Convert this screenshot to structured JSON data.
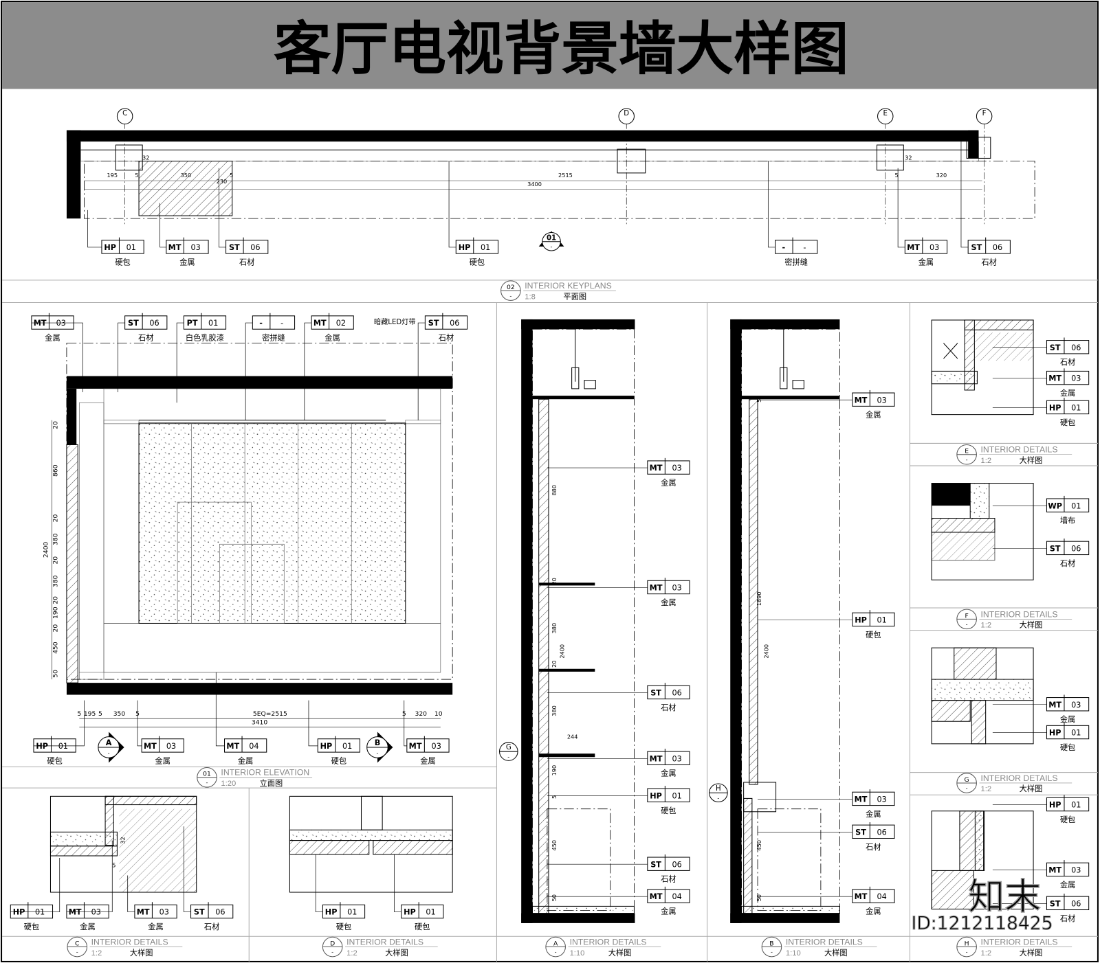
{
  "title": "客厅电视背景墙大样图",
  "colors": {
    "title_bar": "#8c8c8c",
    "line": "#000000",
    "caption": "#888888"
  },
  "plan": {
    "grid_markers": [
      "C",
      "D",
      "E",
      "F"
    ],
    "dims": [
      "195",
      "5",
      "350",
      "5",
      "230",
      "32",
      "2515",
      "3400",
      "5",
      "320",
      "32"
    ],
    "section_marker": {
      "num": "01",
      "sub": "-"
    },
    "tags": [
      {
        "code": "HP",
        "num": "01",
        "label": "硬包"
      },
      {
        "code": "MT",
        "num": "03",
        "label": "金属"
      },
      {
        "code": "ST",
        "num": "06",
        "label": "石材"
      },
      {
        "code": "HP",
        "num": "01",
        "label": "硬包"
      },
      {
        "code": "-",
        "num": "-",
        "label": "密拼缝"
      },
      {
        "code": "MT",
        "num": "03",
        "label": "金属"
      },
      {
        "code": "ST",
        "num": "06",
        "label": "石材"
      }
    ],
    "caption": {
      "num": "02",
      "sub": "-",
      "en": "INTERIOR  KEYPLANS",
      "scale": "1:8",
      "cn": "平面图"
    }
  },
  "elevation": {
    "top_tags": [
      {
        "code": "MT",
        "num": "03",
        "label": "金属"
      },
      {
        "code": "ST",
        "num": "06",
        "label": "石材"
      },
      {
        "code": "PT",
        "num": "01",
        "label": "白色乳胶漆"
      },
      {
        "code": "-",
        "num": "-",
        "label": "密拼缝"
      },
      {
        "code": "MT",
        "num": "02",
        "label": "金属"
      },
      {
        "code": "ST",
        "num": "06",
        "label": "石材"
      }
    ],
    "led_note": "暗藏LED灯带",
    "bottom_tags": [
      {
        "code": "HP",
        "num": "01",
        "label": "硬包"
      },
      {
        "code": "MT",
        "num": "03",
        "label": "金属"
      },
      {
        "code": "MT",
        "num": "04",
        "label": "金属"
      },
      {
        "code": "HP",
        "num": "01",
        "label": "硬包"
      },
      {
        "code": "MT",
        "num": "03",
        "label": "金属"
      }
    ],
    "section_markers": [
      {
        "letter": "A",
        "sub": "-"
      },
      {
        "letter": "B",
        "sub": "-"
      }
    ],
    "h_dims": [
      "5",
      "195",
      "5",
      "350",
      "5",
      "5EQ=2515",
      "5",
      "320",
      "10"
    ],
    "h_total": "3410",
    "v_dims": [
      "20",
      "860",
      "20",
      "380",
      "20",
      "380",
      "20",
      "190",
      "20",
      "450",
      "50"
    ],
    "v_total": "2400",
    "caption": {
      "num": "01",
      "sub": "-",
      "en": "INTERIOR  ELEVATION",
      "scale": "1:20",
      "cn": "立面图"
    }
  },
  "detail_c": {
    "tags": [
      {
        "code": "HP",
        "num": "01",
        "label": "硬包"
      },
      {
        "code": "MT",
        "num": "03",
        "label": "金属"
      },
      {
        "code": "MT",
        "num": "03",
        "label": "金属"
      },
      {
        "code": "ST",
        "num": "06",
        "label": "石材"
      }
    ],
    "dims": [
      "32",
      "5"
    ],
    "caption": {
      "num": "C",
      "sub": "-",
      "en": "INTERIOR  DETAILS",
      "scale": "1:2",
      "cn": "大样图"
    }
  },
  "detail_d": {
    "tags": [
      {
        "code": "HP",
        "num": "01",
        "label": "硬包"
      },
      {
        "code": "HP",
        "num": "01",
        "label": "硬包"
      }
    ],
    "caption": {
      "num": "D",
      "sub": "-",
      "en": "INTERIOR  DETAILS",
      "scale": "1:2",
      "cn": "大样图"
    }
  },
  "section_a": {
    "tags": [
      {
        "code": "MT",
        "num": "03",
        "label": "金属"
      },
      {
        "code": "MT",
        "num": "03",
        "label": "金属"
      },
      {
        "code": "ST",
        "num": "06",
        "label": "石材"
      },
      {
        "code": "MT",
        "num": "03",
        "label": "金属"
      },
      {
        "code": "HP",
        "num": "01",
        "label": "硬包"
      },
      {
        "code": "ST",
        "num": "06",
        "label": "石材"
      },
      {
        "code": "MT",
        "num": "04",
        "label": "金属"
      }
    ],
    "dims": [
      "880",
      "20",
      "380",
      "20",
      "380",
      "2400",
      "244",
      "190",
      "5",
      "450",
      "50"
    ],
    "marker": {
      "letter": "G",
      "sub": "-"
    },
    "caption": {
      "num": "A",
      "sub": "-",
      "en": "INTERIOR  DETAILS",
      "scale": "1:10",
      "cn": "大样图"
    }
  },
  "section_b": {
    "tags": [
      {
        "code": "MT",
        "num": "03",
        "label": "金属"
      },
      {
        "code": "HP",
        "num": "01",
        "label": "硬包"
      },
      {
        "code": "MT",
        "num": "03",
        "label": "金属"
      },
      {
        "code": "ST",
        "num": "06",
        "label": "石材"
      },
      {
        "code": "MT",
        "num": "04",
        "label": "金属"
      }
    ],
    "dims": [
      "5",
      "1890",
      "2400",
      "450",
      "50"
    ],
    "marker": {
      "letter": "H",
      "sub": "-"
    },
    "caption": {
      "num": "B",
      "sub": "-",
      "en": "INTERIOR  DETAILS",
      "scale": "1:10",
      "cn": "大样图"
    }
  },
  "detail_e": {
    "tags": [
      {
        "code": "ST",
        "num": "06",
        "label": "石材"
      },
      {
        "code": "MT",
        "num": "03",
        "label": "金属"
      },
      {
        "code": "HP",
        "num": "01",
        "label": "硬包"
      }
    ],
    "caption": {
      "num": "E",
      "sub": "-",
      "en": "INTERIOR  DETAILS",
      "scale": "1:2",
      "cn": "大样图"
    }
  },
  "detail_f": {
    "tags": [
      {
        "code": "WP",
        "num": "01",
        "label": "墙布"
      },
      {
        "code": "ST",
        "num": "06",
        "label": "石材"
      }
    ],
    "caption": {
      "num": "F",
      "sub": "-",
      "en": "INTERIOR  DETAILS",
      "scale": "1:2",
      "cn": "大样图"
    }
  },
  "detail_g": {
    "tags": [
      {
        "code": "MT",
        "num": "03",
        "label": "金属"
      },
      {
        "code": "HP",
        "num": "01",
        "label": "硬包"
      }
    ],
    "caption": {
      "num": "G",
      "sub": "-",
      "en": "INTERIOR  DETAILS",
      "scale": "1:2",
      "cn": "大样图"
    }
  },
  "detail_h": {
    "tags": [
      {
        "code": "HP",
        "num": "01",
        "label": "硬包"
      },
      {
        "code": "MT",
        "num": "03",
        "label": "金属"
      },
      {
        "code": "ST",
        "num": "06",
        "label": "石材"
      }
    ],
    "caption": {
      "num": "H",
      "sub": "-",
      "en": "INTERIOR  DETAILS",
      "scale": "1:2",
      "cn": "大样图"
    }
  },
  "watermark": {
    "logo": "知末",
    "id": "ID:1212118425"
  }
}
